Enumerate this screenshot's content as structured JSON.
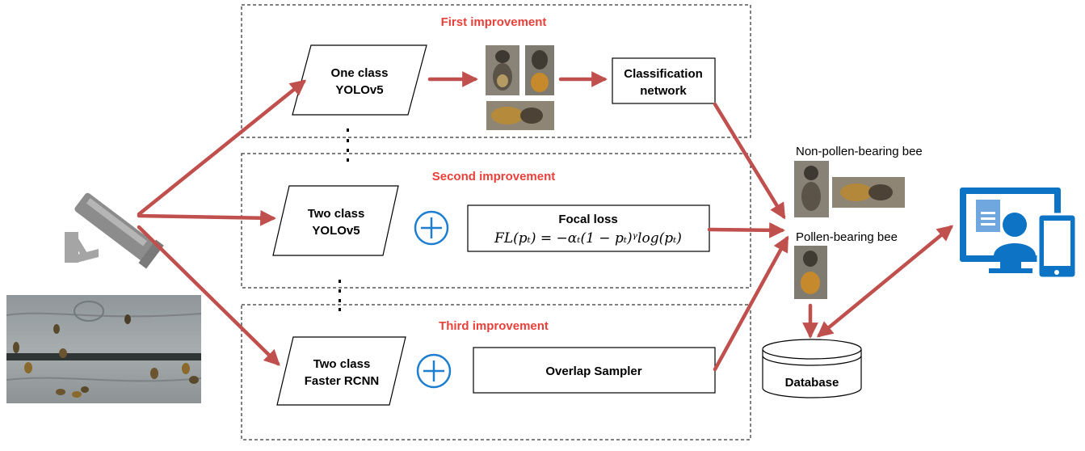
{
  "improvements": [
    {
      "title": "First improvement",
      "detector": [
        "One class",
        "YOLOv5"
      ],
      "classifier": [
        "Classification",
        "network"
      ]
    },
    {
      "title": "Second improvement",
      "detector": [
        "Two class",
        "YOLOv5"
      ],
      "module_title": "Focal loss",
      "module_formula": "FL(pₜ) = −αₜ(1 − pₜ)ᵞlog(pₜ)"
    },
    {
      "title": "Third improvement",
      "detector": [
        "Two class",
        "Faster RCNN"
      ],
      "module_title": "Overlap Sampler"
    }
  ],
  "results": {
    "non_pollen_label": "Non-pollen-bearing bee",
    "pollen_label": "Pollen-bearing bee"
  },
  "database_label": "Database",
  "colors": {
    "arrow": "#c0504d",
    "title": "#e8403a",
    "plus": "#1e7fd0",
    "device": "#0d73c4",
    "camera": "#8c8c8c"
  },
  "icons": {
    "camera": "security-camera-icon",
    "plus": "plus-circle-icon",
    "user_device": "user-computer-phone-icon",
    "database": "database-cylinder-icon"
  }
}
